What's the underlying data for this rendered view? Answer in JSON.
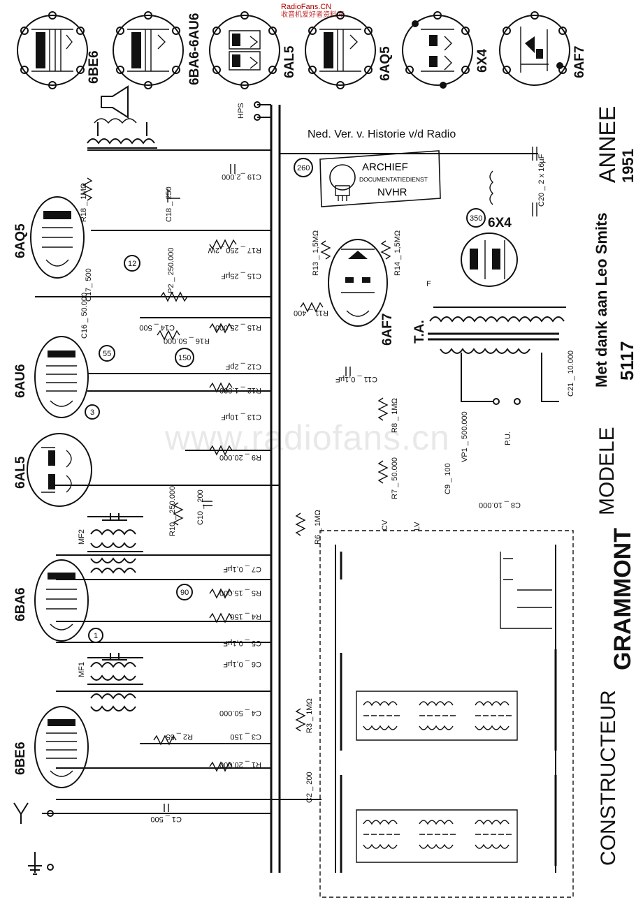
{
  "source_site": {
    "line1": "RadioFans.CN",
    "line2": "收音机爱好者资料库"
  },
  "credit_top": "Ned. Ver. v. Historie v/d Radio",
  "stamp": {
    "line1": "ARCHIEF",
    "line2": "DOCUMENTATIEDIENST",
    "line3": "NVHR"
  },
  "watermark": "www.radiofans.cn",
  "tube_sockets": [
    "6BE6",
    "6BA6-6AU6",
    "6AL5",
    "6AQ5",
    "6X4",
    "6AF7"
  ],
  "tubes": {
    "6AQ5": "6AQ5",
    "6AU6": "6AU6",
    "6AL5": "6AL5",
    "6BA6": "6BA6",
    "6BE6": "6BE6",
    "6AF7": "6AF7",
    "6X4": "6X4"
  },
  "transformers": {
    "mf1": "MF1",
    "mf2": "MF2",
    "ta": "T.A."
  },
  "speaker": {
    "hps": "HPS"
  },
  "components": {
    "c19": "C19 _2.000",
    "r18": "R18 _ 1MΩ",
    "c18": "C18 _ 250",
    "r17": "R17 _ 250 _2W",
    "c15": "C15 _ 25µF",
    "p2": "P2 _ 250.000",
    "c17": "C17_ 500",
    "c16": "C16 _ 50.000",
    "c14": "C14 _ 500",
    "r15": "R15 _ 25.000",
    "r16": "R16 _ 50.000",
    "c12": "C12 _ 2pF",
    "r12": "R12 _ 1.000",
    "c13": "C13 _ 10µF",
    "r9": "R9 _ 20.000",
    "r10": "R10 _ 250.000",
    "c10": "C10 _ 200",
    "c7": "C7 _ 0,1µF",
    "r5": "R5 _ 15.000",
    "r4": "R4 _ 150",
    "c5": "C5 _ 0,1µF",
    "c6": "C6 _ 0,1µF",
    "c4": "C4 _ 50.000",
    "r2": "R2 _ 55",
    "c3": "C3 _ 150",
    "r1": "R1 _ 20.000",
    "c1": "C1 _ 500",
    "c2": "C2 _ 200",
    "r3": "R3 _ 1MΩ",
    "r6": "R6 _ 1MΩ",
    "r13": "R13 _ 1,5MΩ",
    "r14": "R14 _ 1,5MΩ",
    "r11": "R11 _ 400",
    "c11": "C11 _ 0,1µF",
    "r8": "R8 _ 1MΩ",
    "r7": "R7 _ 50.000",
    "c9": "C9 _ 100",
    "c8": "C8 _ 10.000",
    "vp1": "VP1 _ 500.000",
    "c20": "C20 _ 2 x 16µF",
    "c21": "C21 _ 10.000",
    "cv": "CV",
    "lv": "LV",
    "pu": "P.U.",
    "f": "F"
  },
  "test_points": [
    "12",
    "55",
    "150",
    "3",
    "90",
    "1",
    "260",
    "350"
  ],
  "right_text": {
    "annee_label": "ANNEE",
    "annee_value": "1951",
    "credit": "Met dank aan Leo Smits",
    "model_number": "5117",
    "modele_label": "MODELE",
    "brand": "GRAMMONT",
    "constructeur_label": "CONSTRUCTEUR"
  }
}
